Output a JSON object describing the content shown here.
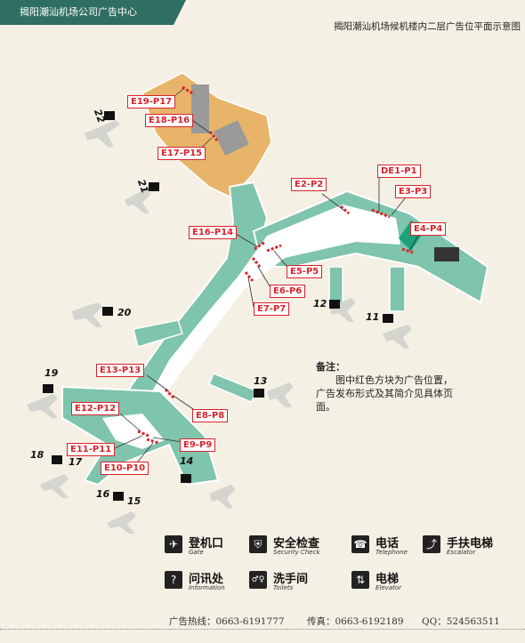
{
  "header": {
    "company": "揭阳潮汕机场公司广告中心",
    "plan_title": "揭阳潮汕机场候机楼内二层广告位平面示意图"
  },
  "ad_labels": [
    "E19-P17",
    "E18-P16",
    "E17-P15",
    "E2-P2",
    "DE1-P1",
    "E3-P3",
    "E4-P4",
    "E16-P14",
    "E5-P5",
    "E6-P6",
    "E7-P7",
    "E13-P13",
    "E8-P8",
    "E12-P12",
    "E9-P9",
    "E11-P11",
    "E10-P10"
  ],
  "gates": [
    "22",
    "21",
    "20",
    "19",
    "18",
    "17",
    "16",
    "15",
    "14",
    "13",
    "12",
    "11"
  ],
  "note": {
    "title": "备注：",
    "body": "图中红色方块为广告位置，广告发布形式及其简介见具体页面。"
  },
  "legend": [
    {
      "cn": "登机口",
      "en": "Gate",
      "icon": "gate-icon",
      "glyph": "✈"
    },
    {
      "cn": "安全检查",
      "en": "Security Check",
      "icon": "security-check-icon",
      "glyph": "⛨"
    },
    {
      "cn": "电话",
      "en": "Telephone",
      "icon": "telephone-icon",
      "glyph": "☎"
    },
    {
      "cn": "手扶电梯",
      "en": "Escalator",
      "icon": "escalator-icon",
      "glyph": "⤴"
    },
    {
      "cn": "问讯处",
      "en": "Information",
      "icon": "information-icon",
      "glyph": "?"
    },
    {
      "cn": "洗手间",
      "en": "Toilets",
      "icon": "toilets-icon",
      "glyph": "♂♀"
    },
    {
      "cn": "电梯",
      "en": "Elevator",
      "icon": "elevator-icon",
      "glyph": "⇅"
    }
  ],
  "footer": {
    "ad_hotline": "广告热线：0663-6191777",
    "fax": "传真：0663-6192189",
    "qq": "QQ：524563511"
  },
  "colors": {
    "corridor": "#7fc4ad",
    "orange_area": "#e8b46a",
    "ad_marker": "#d8232a",
    "brand": "#2f6f62"
  }
}
